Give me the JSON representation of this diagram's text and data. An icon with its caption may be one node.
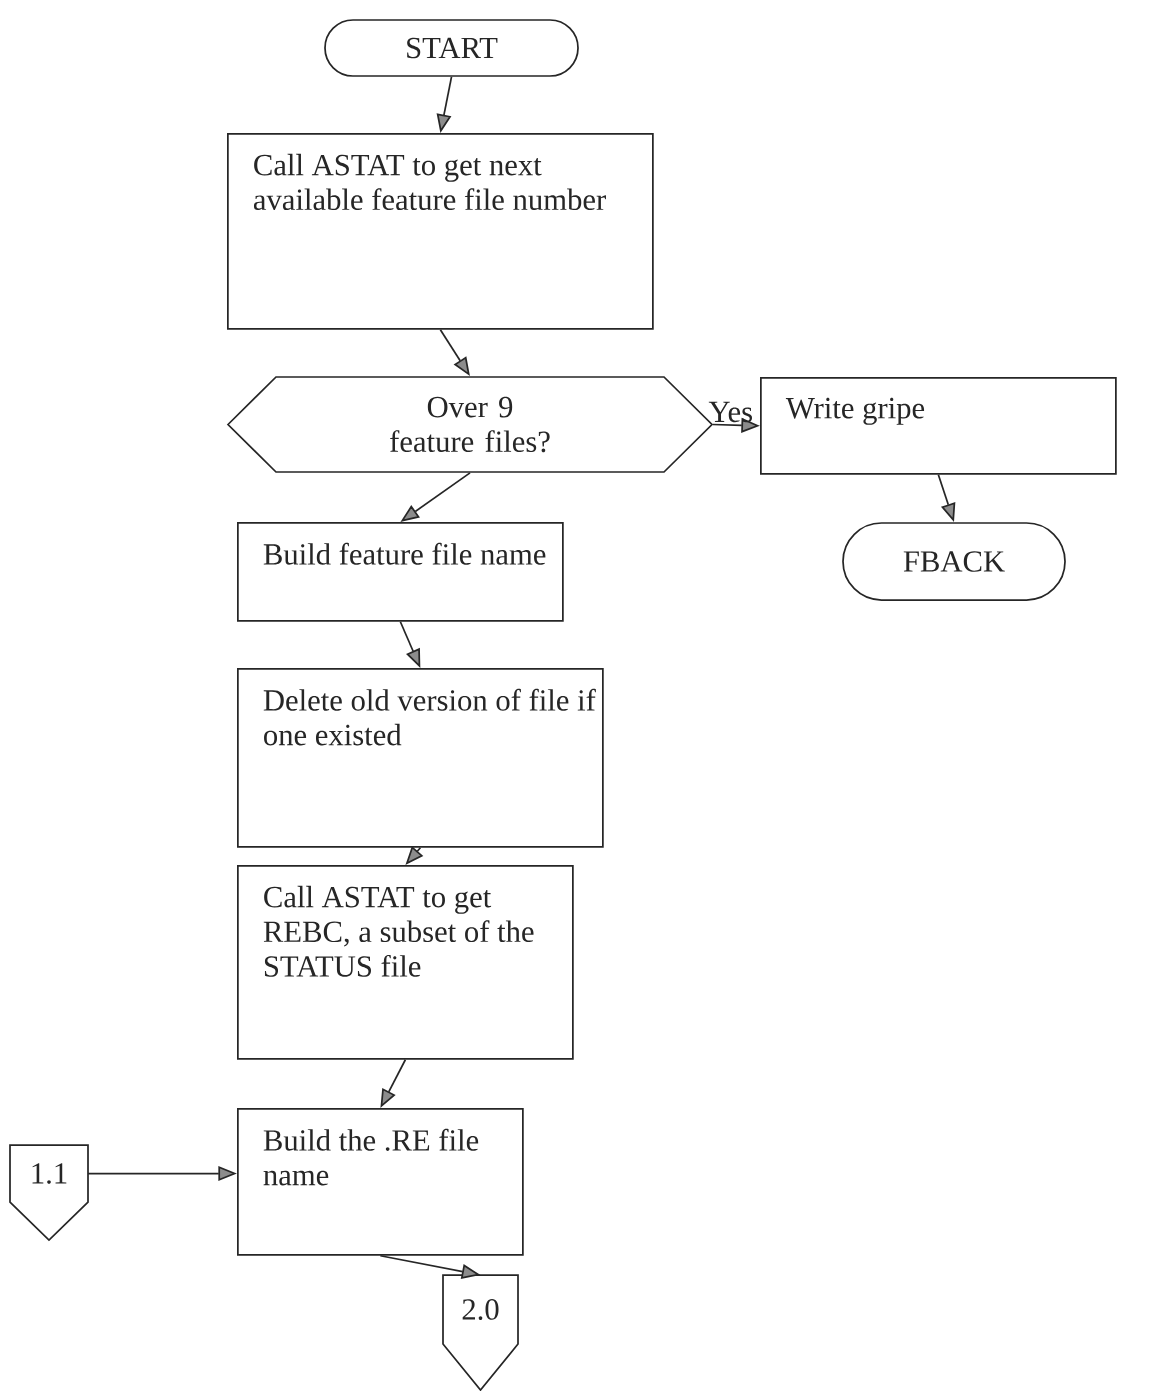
{
  "diagram": {
    "nodes": [
      {
        "text": [
          "START"
        ]
      },
      {
        "text": [
          "Call ASTAT to get next available feature file number"
        ]
      },
      {
        "text": [
          "Over 9 feature files?"
        ]
      },
      {
        "text": [
          "Write gripe"
        ]
      },
      {
        "text": [
          "FBACK"
        ]
      },
      {
        "text": [
          "Build feature file name"
        ]
      },
      {
        "text": [
          "Delete old version of file if one existed"
        ]
      },
      {
        "text": [
          "Call ASTAT to get REBC, a subset of the STATUS file"
        ]
      },
      {
        "text": [
          "Build the .RE file name"
        ]
      },
      {
        "text": [
          "1.1"
        ]
      },
      {
        "text": [
          "2.0"
        ]
      }
    ],
    "edges": [
      {
        "from": 0,
        "to": 1,
        "arrow": "to"
      },
      {
        "from": 1,
        "to": 2,
        "arrow": "to"
      },
      {
        "from": 2,
        "to": 3,
        "arrow": "to",
        "label": "Yes"
      },
      {
        "from": 3,
        "to": 4,
        "arrow": "to"
      },
      {
        "from": 2,
        "to": 5,
        "arrow": "to"
      },
      {
        "from": 5,
        "to": 6,
        "arrow": "to"
      },
      {
        "from": 6,
        "to": 7,
        "arrow": "to"
      },
      {
        "from": 7,
        "to": 8,
        "arrow": "to"
      },
      {
        "from": 9,
        "to": 8,
        "arrow": "to"
      },
      {
        "from": 8,
        "to": 10,
        "arrow": "to"
      }
    ]
  }
}
